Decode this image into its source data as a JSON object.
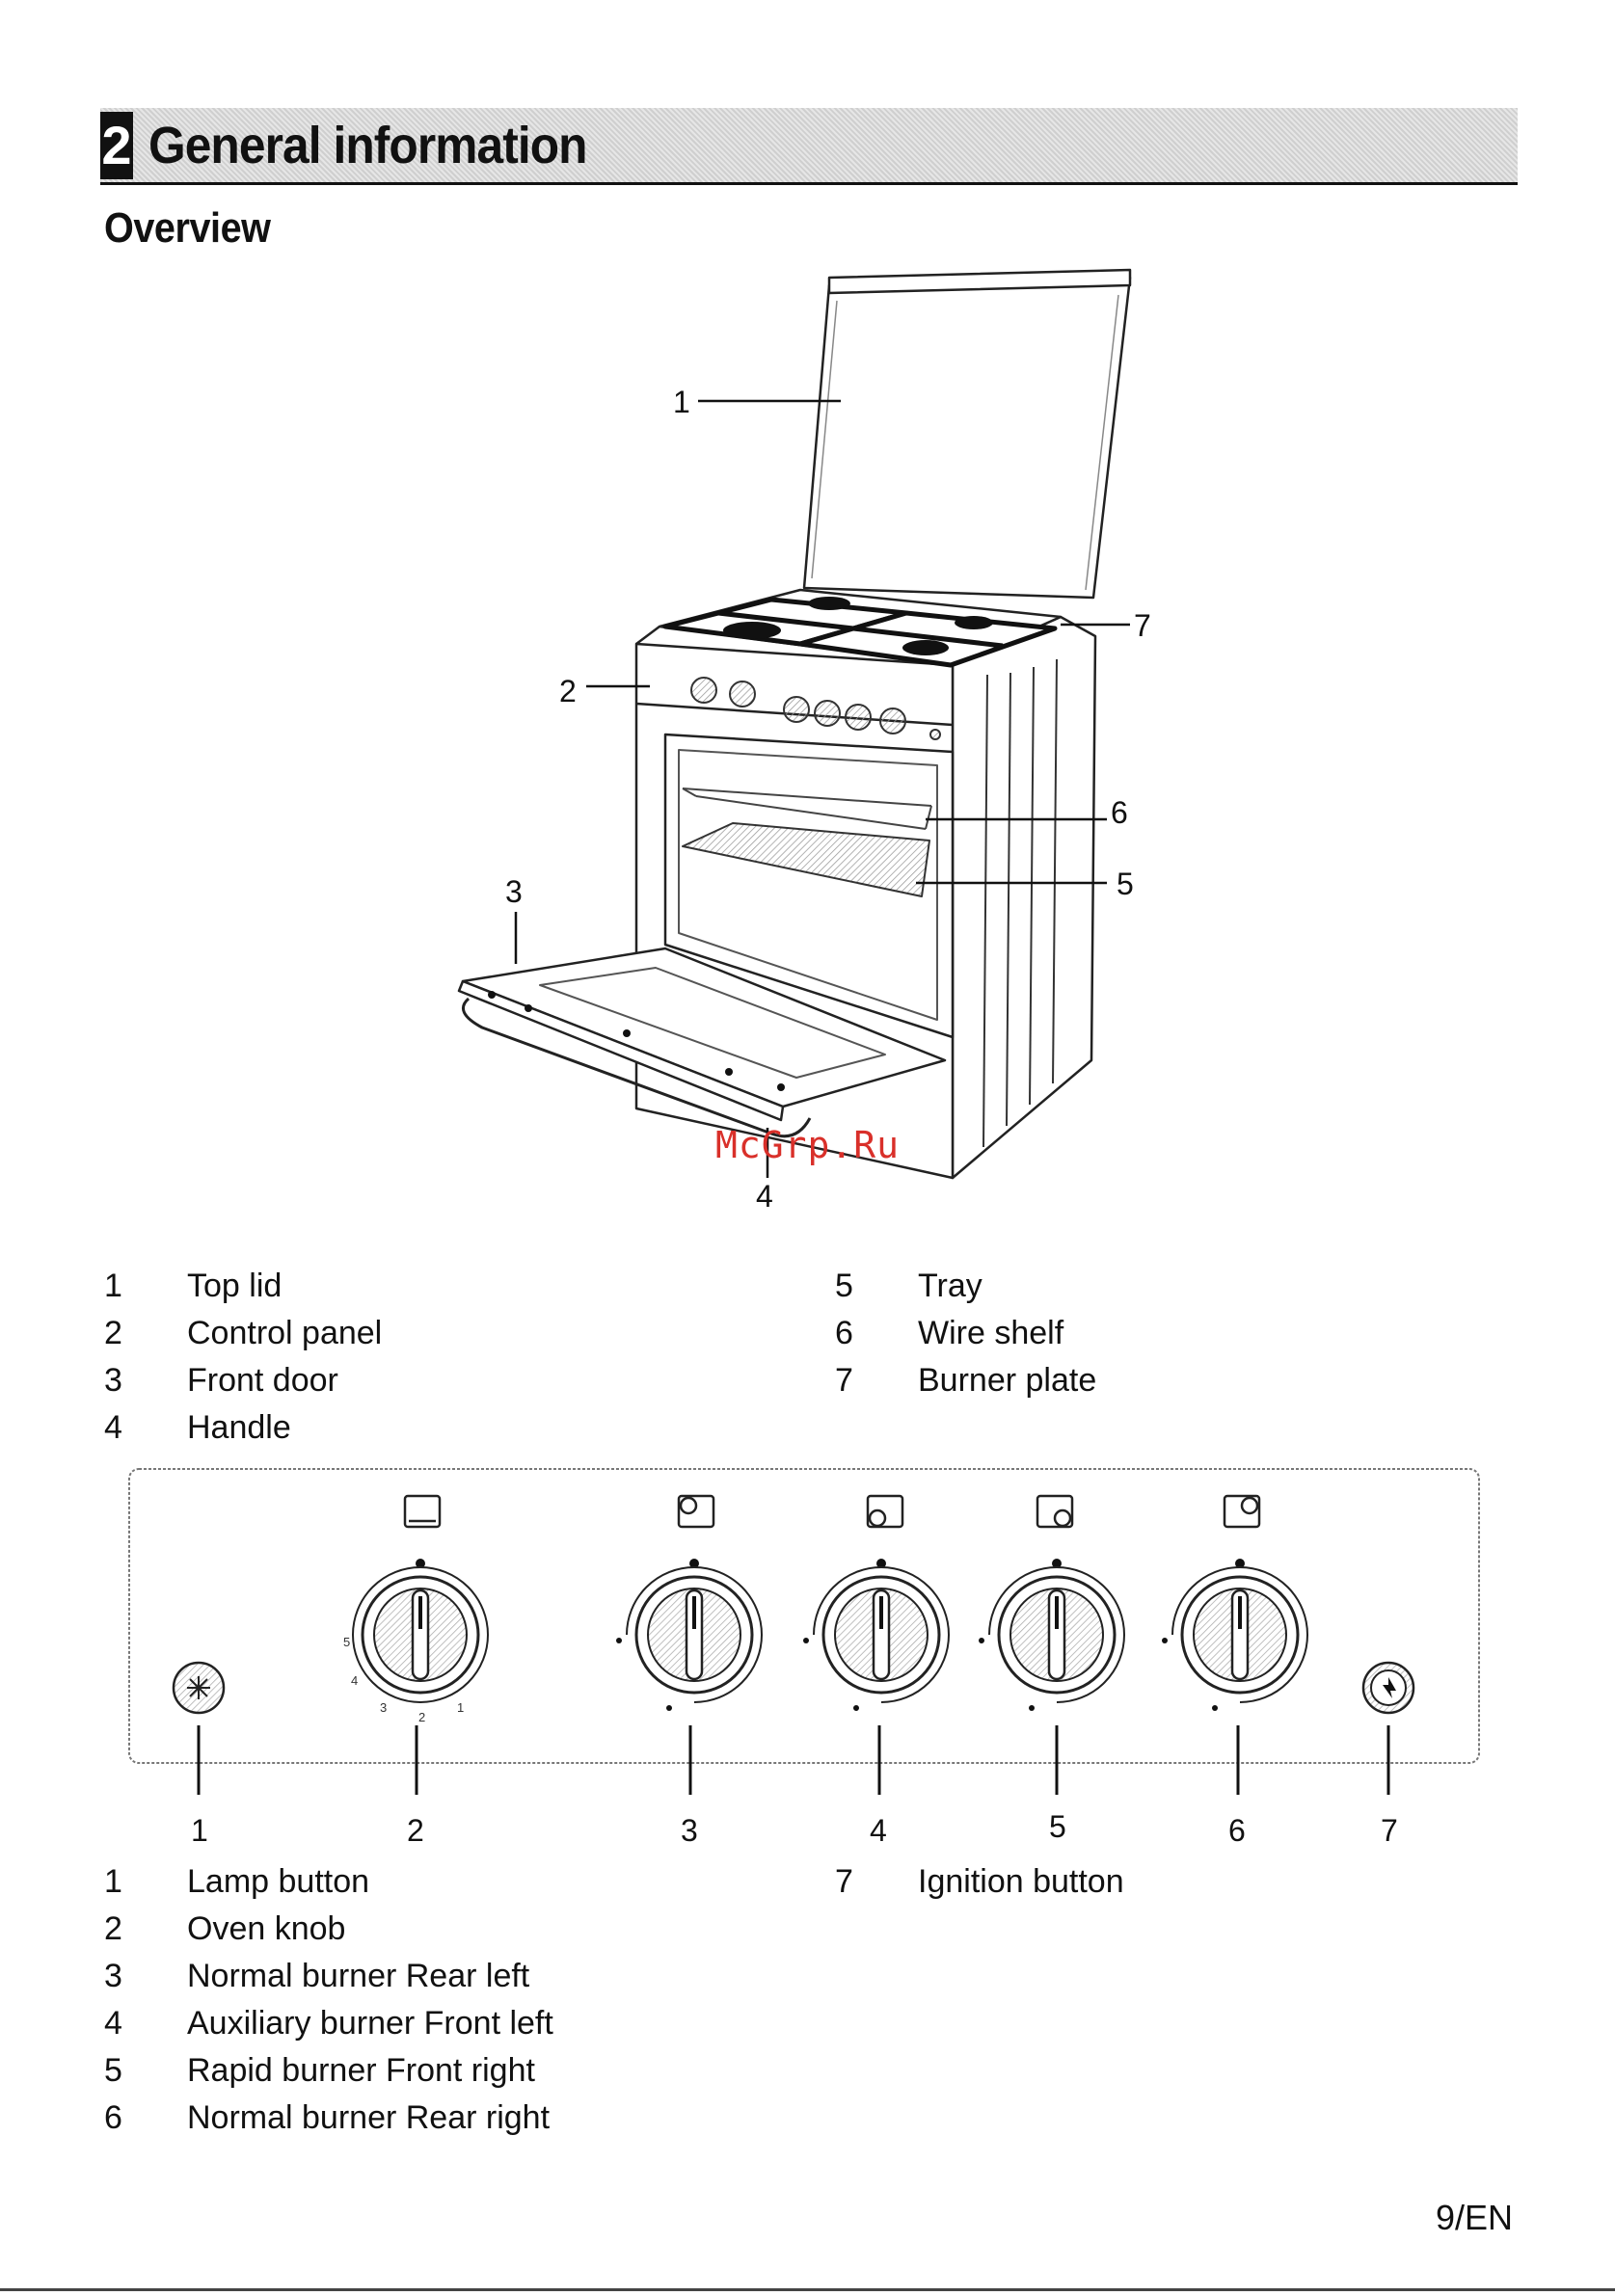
{
  "header": {
    "section_number": "2",
    "section_title": "General information",
    "subheading": "Overview"
  },
  "overview_diagram": {
    "callouts": [
      "1",
      "2",
      "3",
      "4",
      "5",
      "6",
      "7"
    ]
  },
  "watermark": "McGrp.Ru",
  "overview_legend": {
    "left": [
      {
        "num": "1",
        "label": "Top lid"
      },
      {
        "num": "2",
        "label": "Control panel"
      },
      {
        "num": "3",
        "label": "Front door"
      },
      {
        "num": "4",
        "label": "Handle"
      }
    ],
    "right": [
      {
        "num": "5",
        "label": "Tray"
      },
      {
        "num": "6",
        "label": "Wire shelf"
      },
      {
        "num": "7",
        "label": "Burner plate"
      }
    ]
  },
  "control_panel_diagram": {
    "callouts": [
      "1",
      "2",
      "3",
      "4",
      "5",
      "6",
      "7"
    ],
    "oven_knob_scale": [
      "1",
      "2",
      "3",
      "4",
      "5"
    ]
  },
  "control_legend": {
    "left": [
      {
        "num": "1",
        "label": "Lamp button"
      },
      {
        "num": "2",
        "label": "Oven knob"
      },
      {
        "num": "3",
        "label": "Normal burner Rear left"
      },
      {
        "num": "4",
        "label": "Auxiliary burner Front left"
      },
      {
        "num": "5",
        "label": "Rapid burner Front right"
      },
      {
        "num": "6",
        "label": "Normal burner Rear right"
      }
    ],
    "right": [
      {
        "num": "7",
        "label": "Ignition button"
      }
    ]
  },
  "footer": {
    "page_number": "9/EN"
  }
}
